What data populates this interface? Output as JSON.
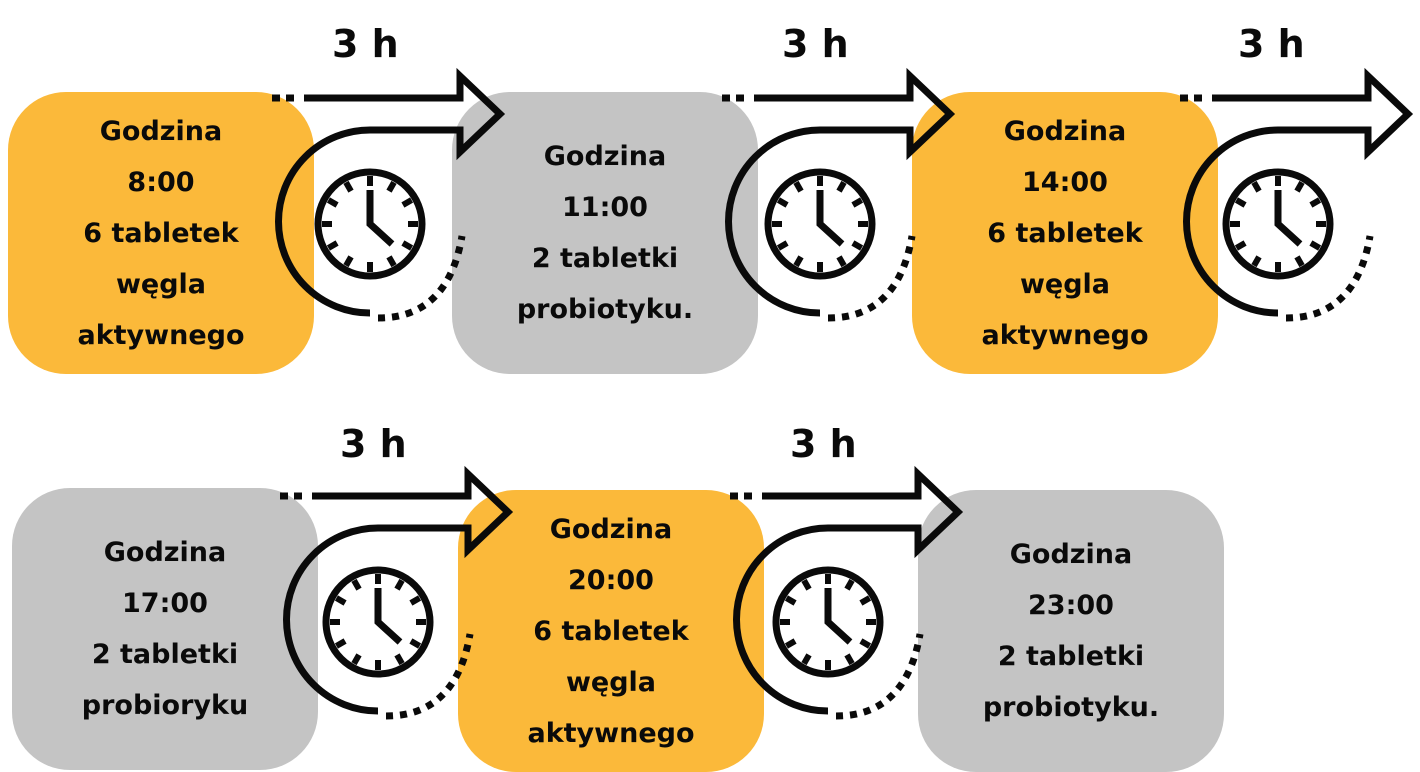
{
  "colors": {
    "orange": "#fbb93a",
    "gray": "#c4c4c4",
    "ink": "#0a0a0a"
  },
  "icons": {
    "arrow": "arrow-right-icon",
    "clock": "clock-icon",
    "loop": "circular-arrow-icon"
  },
  "steps": [
    {
      "lines": [
        "Godzina",
        "8:00",
        "6 tabletek",
        "węgla",
        "aktywnego"
      ],
      "color": "orange"
    },
    {
      "lines": [
        "Godzina",
        "11:00",
        "2 tabletki",
        "probiotyku."
      ],
      "color": "gray"
    },
    {
      "lines": [
        "Godzina",
        "14:00",
        "6 tabletek",
        "węgla",
        "aktywnego"
      ],
      "color": "orange"
    },
    {
      "lines": [
        "Godzina",
        "17:00",
        "2 tabletki",
        "probioryku"
      ],
      "color": "gray"
    },
    {
      "lines": [
        "Godzina",
        "20:00",
        "6 tabletek",
        "węgla",
        "aktywnego"
      ],
      "color": "orange"
    },
    {
      "lines": [
        "Godzina",
        "23:00",
        "2 tabletki",
        "probiotyku."
      ],
      "color": "gray"
    }
  ],
  "intervals": [
    {
      "label": "3 h"
    },
    {
      "label": "3 h"
    },
    {
      "label": "3 h"
    },
    {
      "label": "3 h"
    },
    {
      "label": "3 h"
    }
  ]
}
